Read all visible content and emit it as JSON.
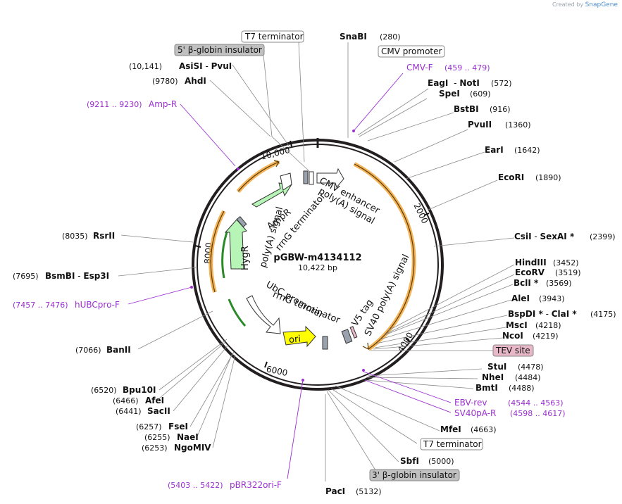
{
  "brand": {
    "prefix": "Created by",
    "name": "SnapGene"
  },
  "plasmid": {
    "name": "pGBW-m4134112",
    "size": "10,422 bp"
  },
  "ticks": [
    "10,000",
    "2000",
    "4000",
    "6000",
    "8000"
  ],
  "features": [
    "CMV enhancer",
    "poly(A) signal",
    "AmpR",
    "rrnG terminator",
    "poly(A) signal",
    "HygR",
    "SV40 poly(A) signal",
    "V5 tag",
    "UbC promoter",
    "rrnG terminator",
    "ori"
  ],
  "boxes": [
    "T7 terminator",
    "5' β-globin insulator",
    "CMV promoter",
    "TEV site",
    "T7 terminator",
    "3' β-globin insulator"
  ],
  "sites_right": [
    {
      "name": "SnaBI",
      "pos": "(280)"
    },
    {
      "name": "EagI",
      "name2": "NotI",
      "pos": "(572)"
    },
    {
      "name": "SpeI",
      "pos": "(609)"
    },
    {
      "name": "BstBI",
      "pos": "(916)"
    },
    {
      "name": "PvuII",
      "pos": "(1360)"
    },
    {
      "name": "EarI",
      "pos": "(1642)"
    },
    {
      "name": "EcoRI",
      "pos": "(1890)"
    },
    {
      "name": "CsiI",
      "name2": "SexAI *",
      "pos": "(2399)"
    },
    {
      "name": "HindIII",
      "pos": "(3452)"
    },
    {
      "name": "EcoRV",
      "pos": "(3519)"
    },
    {
      "name": "BclI *",
      "pos": "(3569)"
    },
    {
      "name": "AleI",
      "pos": "(3943)"
    },
    {
      "name": "BspDI *",
      "name2": "ClaI *",
      "pos": "(4175)"
    },
    {
      "name": "MscI",
      "pos": "(4218)"
    },
    {
      "name": "NcoI",
      "pos": "(4219)"
    },
    {
      "name": "StuI",
      "pos": "(4478)"
    },
    {
      "name": "NheI",
      "pos": "(4484)"
    },
    {
      "name": "BmtI",
      "pos": "(4488)"
    },
    {
      "name": "MfeI",
      "pos": "(4663)"
    },
    {
      "name": "SbfI",
      "pos": "(5000)"
    },
    {
      "name": "PacI",
      "pos": "(5132)"
    }
  ],
  "sites_left": [
    {
      "name": "AsiSI",
      "name2": "PvuI",
      "pos": "(10,141)"
    },
    {
      "name": "AhdI",
      "pos": "(9780)"
    },
    {
      "name": "RsrII",
      "pos": "(8035)"
    },
    {
      "name": "BsmBI",
      "name2": "Esp3I",
      "pos": "(7695)"
    },
    {
      "name": "BanII",
      "pos": "(7066)"
    },
    {
      "name": "Bpu10I",
      "pos": "(6520)"
    },
    {
      "name": "AfeI",
      "pos": "(6466)"
    },
    {
      "name": "SacII",
      "pos": "(6441)"
    },
    {
      "name": "FseI",
      "pos": "(6257)"
    },
    {
      "name": "NaeI",
      "pos": "(6255)"
    },
    {
      "name": "NgoMIV",
      "pos": "(6253)"
    }
  ],
  "primers": [
    {
      "name": "CMV-F",
      "range": "(459 .. 479)"
    },
    {
      "name": "Amp-R",
      "range": "(9211 .. 9230)"
    },
    {
      "name": "hUBCpro-F",
      "range": "(7457 .. 7476)"
    },
    {
      "name": "EBV-rev",
      "range": "(4544 .. 4563)"
    },
    {
      "name": "SV40pA-R",
      "range": "(4598 .. 4617)"
    },
    {
      "name": "pBR322ori-F",
      "range": "(5403 .. 5422)"
    }
  ],
  "colors": {
    "backbone": "#231f20",
    "primer": "#9b30d0",
    "orf_orange": "#f0a030",
    "marker_green": "#b7f5b7",
    "ori_yellow": "#ffff00",
    "tev_fill": "#e8b8c8",
    "insulator_fill": "#c0c0c0"
  }
}
